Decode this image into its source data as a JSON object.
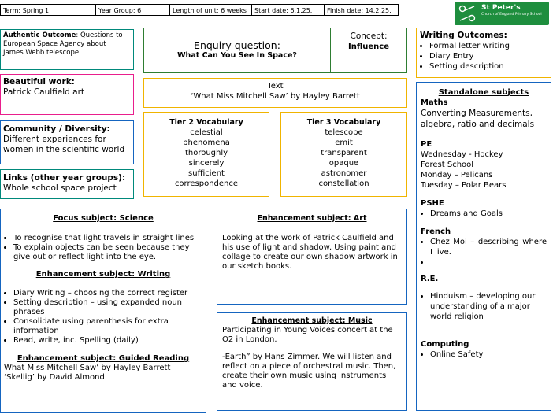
{
  "header": {
    "term": "Term: Spring 1",
    "year_group": "Year Group: 6",
    "length": "Length of unit: 6 weeks",
    "start": "Start date: 6.1.25.",
    "finish": "Finish date: 14.2.25.",
    "school_name": "St Peter's",
    "school_sub": "Church of England Primary School"
  },
  "authentic": {
    "label": "Authentic Outcome",
    "text_line1": ": Questions to",
    "text_line2": "European Space Agency about",
    "text_line3": "James Webb telescope."
  },
  "enquiry": {
    "label": "Enquiry question:",
    "question": "What Can You See In Space?"
  },
  "concept": {
    "label": "Concept:",
    "value": "Influence"
  },
  "writing_outcomes": {
    "title": "Writing Outcomes:",
    "items": [
      "Formal letter writing",
      "Diary Entry",
      "Setting description"
    ]
  },
  "beautiful": {
    "title": "Beautiful work:",
    "text": "Patrick Caulfield art"
  },
  "text_box": {
    "label": "Text",
    "value": "‘What Miss Mitchell Saw’ by Hayley Barrett"
  },
  "community": {
    "title": "Community / Diversity:",
    "line1": "Different experiences for",
    "line2": "women in the scientific world"
  },
  "tier2": {
    "title": "Tier 2 Vocabulary",
    "words": [
      "celestial",
      "phenomena",
      "thoroughly",
      "sincerely",
      "sufficient",
      "correspondence"
    ]
  },
  "tier3": {
    "title": "Tier 3 Vocabulary",
    "words": [
      "telescope",
      "emit",
      "transparent",
      "opaque",
      "astronomer",
      "constellation"
    ]
  },
  "links": {
    "title": "Links (other year groups):",
    "text": "Whole school space project"
  },
  "standalone": {
    "title": "Standalone  subjects",
    "maths_title": "Maths",
    "maths_line1": "Converting Measurements,",
    "maths_line2": "algebra, ratio and decimals",
    "pe_title": "PE",
    "pe_line1": "Wednesday - Hockey",
    "pe_line2": "Forest School",
    "pe_line3": "Monday – Pelicans",
    "pe_line4": "Tuesday – Polar Bears",
    "pshe_title": "PSHE",
    "pshe_item": "Dreams and Goals",
    "french_title": "French",
    "french_item": "Chez  Moi  –  describing where I live.",
    "re_title": "R.E.",
    "re_item": "Hinduism – developing our understanding of a major world religion",
    "computing_title": "Computing",
    "computing_item": "Online Safety"
  },
  "science": {
    "title": "Focus subject: Science",
    "items": [
      "To recognise that light travels in straight lines",
      "To explain objects can be seen because they give out or reflect light into the eye."
    ],
    "writing_title": "Enhancement subject:  Writing",
    "writing_items": [
      "Diary Writing – choosing the correct register",
      "Setting description – using expanded noun phrases",
      "Consolidate using parenthesis for extra information",
      "Read, write, inc. Spelling (daily)"
    ],
    "reading_title": "Enhancement subject:  Guided Reading",
    "reading_line1": "What Miss Mitchell Saw’ by Hayley Barrett",
    "reading_line2": "‘Skellig’ by David Almond"
  },
  "art": {
    "title": "Enhancement subject: Art",
    "text": "Looking at the work of Patrick Caulfield and his use of light and shadow.  Using paint and collage to create our own shadow artwork in our sketch books."
  },
  "music": {
    "title": "Enhancement subject: Music",
    "text1": "Participating in Young Voices concert at the O2 in London.",
    "text2": "-Earth” by Hans Zimmer.  We will listen and reflect on a piece of orchestral music. Then, create their own music using instruments and voice."
  }
}
